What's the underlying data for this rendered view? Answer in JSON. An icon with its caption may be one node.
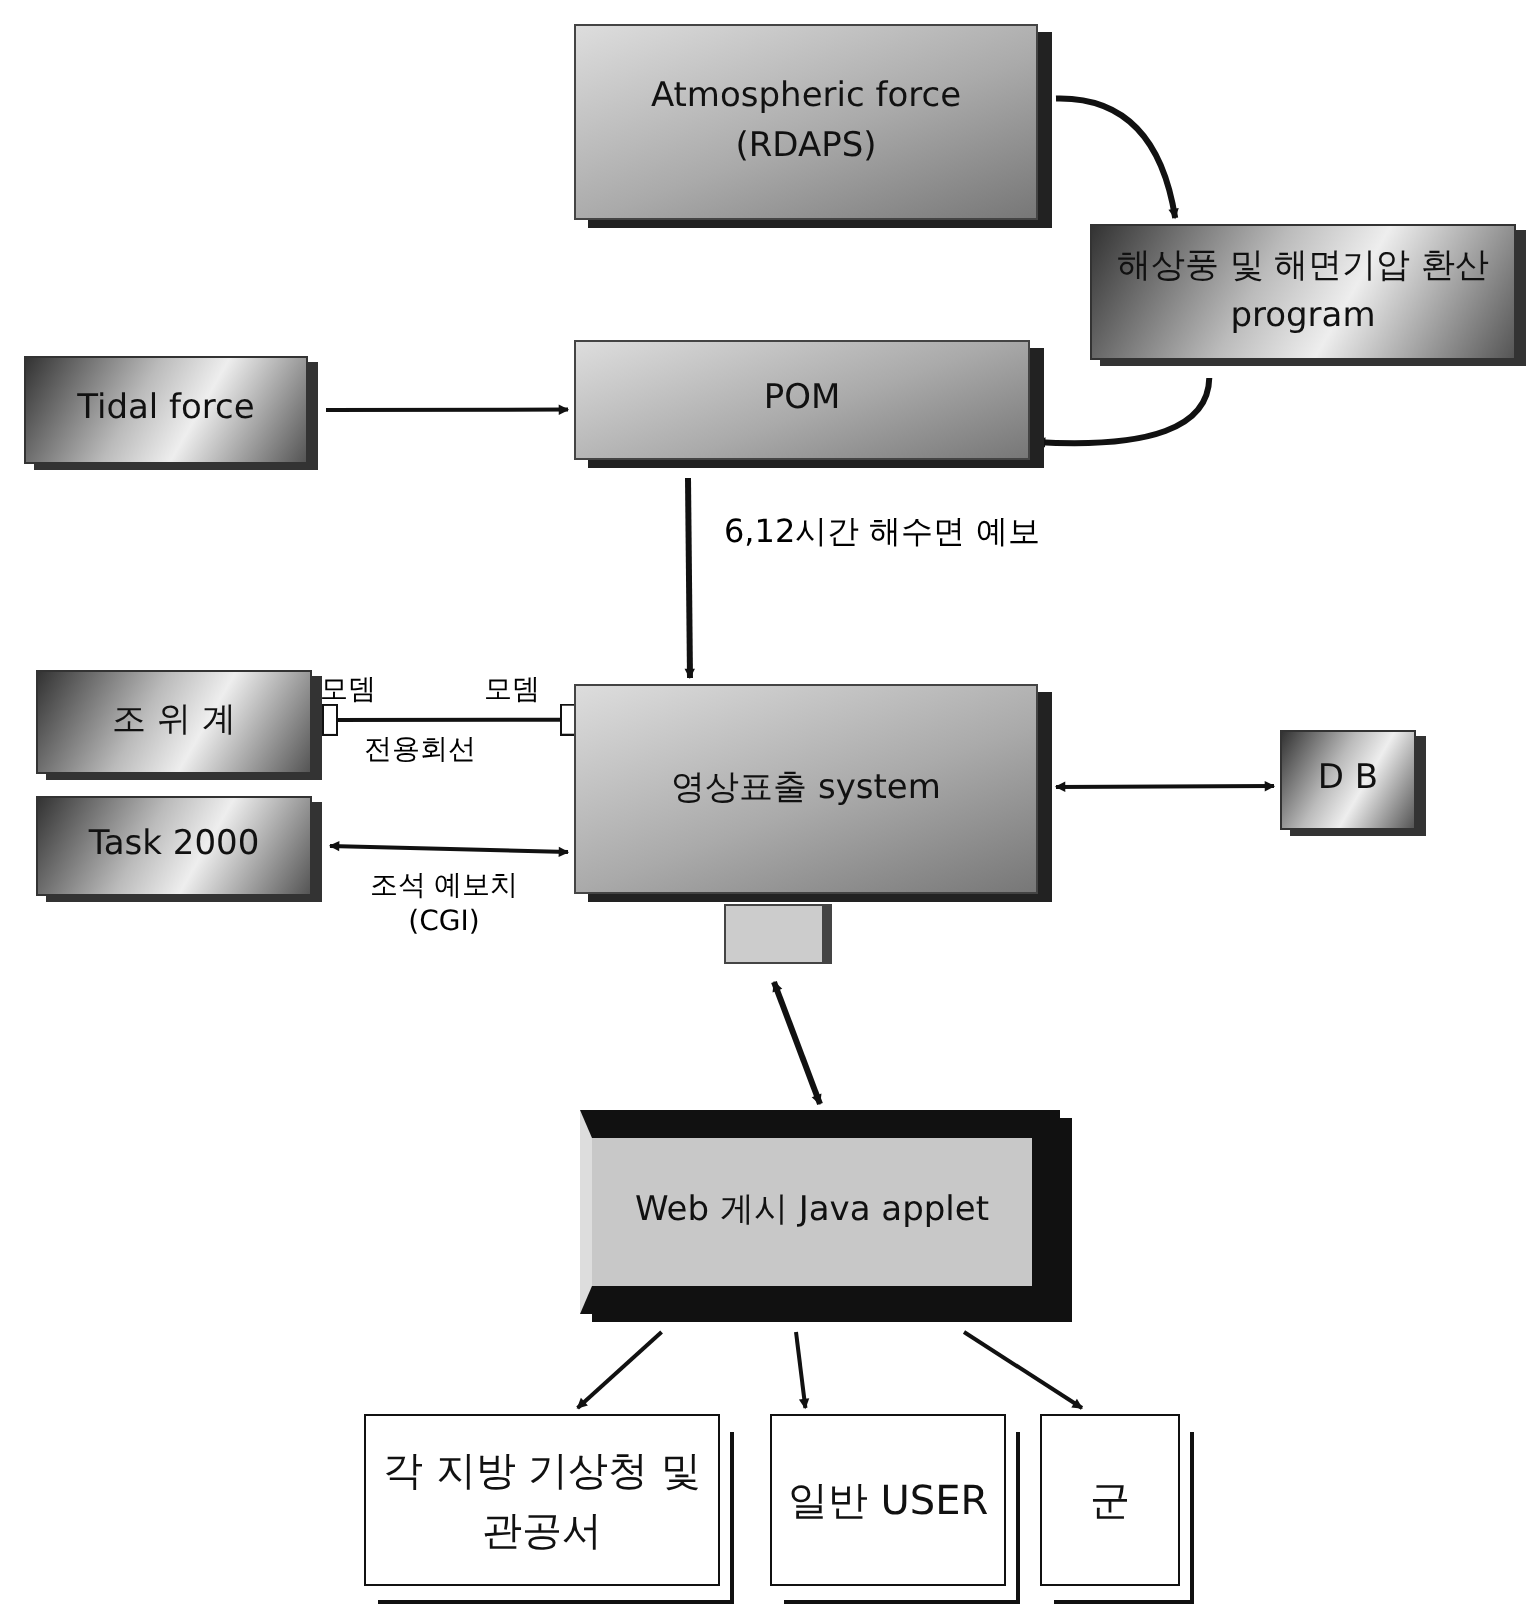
{
  "diagram": {
    "nodes": [
      {
        "text": [
          "Atmospheric force (RDAPS)"
        ]
      },
      {
        "text": [
          "해상풍 및 해면기압 환산 program"
        ]
      },
      {
        "text": [
          "Tidal force"
        ]
      },
      {
        "text": [
          "POM"
        ]
      },
      {
        "text": [
          "조 위 계"
        ]
      },
      {
        "text": [
          "Task 2000"
        ]
      },
      {
        "text": [
          "영상표출 system"
        ]
      },
      {
        "text": [
          "D B"
        ]
      },
      {
        "text": [],
        "shape": "box"
      },
      {
        "text": [
          "Web 게시 Java applet"
        ]
      },
      {
        "text": [
          "각 지방 기상청 및 관공서"
        ]
      },
      {
        "text": [
          "일반 USER"
        ]
      },
      {
        "text": [
          "군"
        ]
      }
    ],
    "edges": [
      {
        "from": 0,
        "to": 1,
        "arrow": "to"
      },
      {
        "from": 1,
        "to": 3,
        "arrow": "to"
      },
      {
        "from": 2,
        "to": 3,
        "arrow": "to"
      },
      {
        "from": 3,
        "to": 6,
        "arrow": "to",
        "label": "6,12시간 해수면 예보"
      },
      {
        "from": 4,
        "to": 6,
        "arrow": "other",
        "label": "전용회선"
      },
      {
        "from": 5,
        "to": 6,
        "arrow": "both",
        "label": "조석 예보치 (CGI)"
      },
      {
        "from": 6,
        "to": 7,
        "arrow": "both"
      },
      {
        "from": 8,
        "to": 9,
        "arrow": "both"
      },
      {
        "from": 9,
        "to": 10,
        "arrow": "to"
      },
      {
        "from": 9,
        "to": 11,
        "arrow": "to"
      },
      {
        "from": 9,
        "to": 12,
        "arrow": "to"
      }
    ],
    "labels": [
      "모뎀",
      "모뎀"
    ]
  }
}
